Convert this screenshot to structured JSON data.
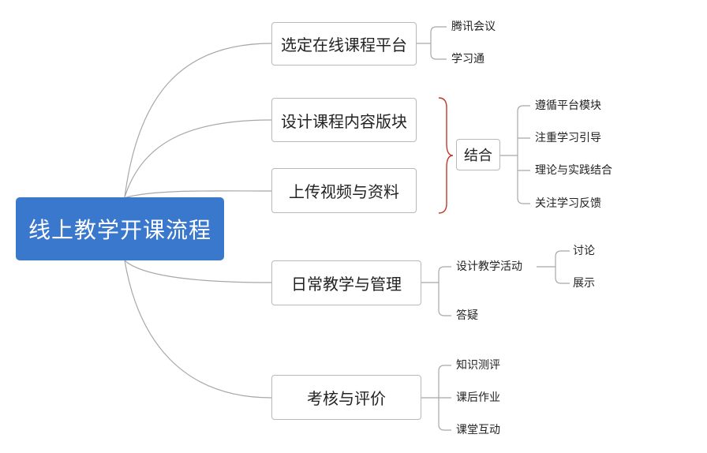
{
  "root": {
    "label": "线上教学开课流程"
  },
  "branches": [
    {
      "label": "选定在线课程平台",
      "children": [
        "腾讯会议",
        "学习通"
      ]
    },
    {
      "label": "设计课程内容版块"
    },
    {
      "label": "上传视频与资料"
    },
    {
      "label": "日常教学与管理",
      "children": [
        "设计教学活动",
        "答疑"
      ]
    },
    {
      "label": "考核与评价",
      "children": [
        "知识测评",
        "课后作业",
        "课堂互动"
      ]
    }
  ],
  "combine": {
    "label": "结合",
    "children": [
      "遵循平台模块",
      "注重学习引导",
      "理论与实践结合",
      "关注学习反馈"
    ]
  },
  "activity_children": [
    "讨论",
    "展示"
  ],
  "colors": {
    "root_fill": "#3a78cd",
    "line": "#9e9e9e",
    "bracket": "#c0392b"
  }
}
